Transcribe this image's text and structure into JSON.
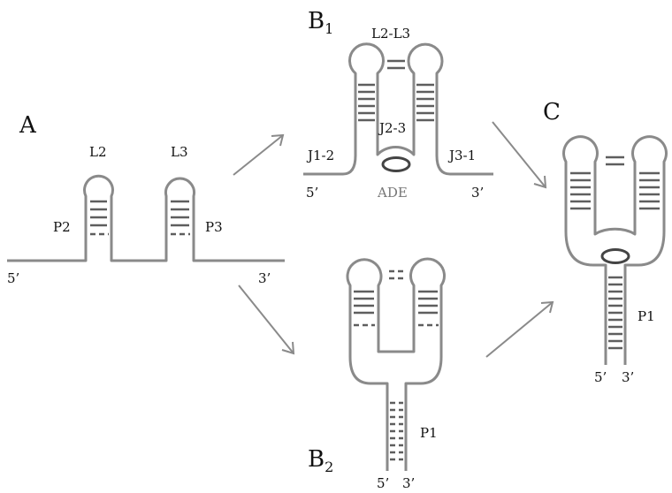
{
  "panels": {
    "A": {
      "label": "A",
      "loop_left": "L2",
      "loop_right": "L3",
      "stem_left": "P2",
      "stem_right": "P3",
      "end5": "5’",
      "end3": "3’"
    },
    "B1": {
      "label_main": "B",
      "label_sub": "1",
      "kissing": "L2-L3",
      "junction_center": "J2-3",
      "junction_left": "J1-2",
      "junction_right": "J3-1",
      "ligand": "ADE",
      "end5": "5’",
      "end3": "3’"
    },
    "B2": {
      "label_main": "B",
      "label_sub": "2",
      "stem": "P1",
      "end5": "5’",
      "end3": "3’"
    },
    "C": {
      "label": "C",
      "stem": "P1",
      "end5": "5’",
      "end3": "3’"
    }
  },
  "colors": {
    "strand": "#8a8a8a",
    "basepair": "#5e5e5e",
    "ligand": "#444444",
    "text": "#111111",
    "ligand_text": "#777777"
  }
}
